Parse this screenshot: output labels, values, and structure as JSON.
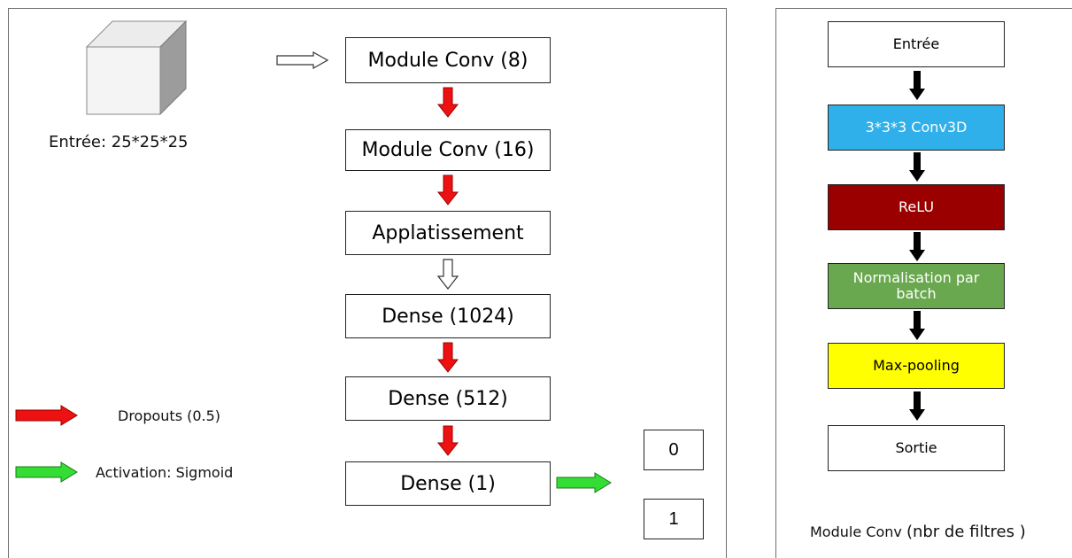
{
  "left_panel": {
    "input_label": "Entrée: 25*25*25",
    "layers": [
      "Module Conv (8)",
      "Module Conv (16)",
      "Applatissement",
      "Dense (1024)",
      "Dense (512)",
      "Dense (1)"
    ],
    "outputs": [
      "0",
      "1"
    ],
    "legend": {
      "dropout_label": "Dropouts (0.5)",
      "activation_label": "Activation: Sigmoid",
      "dropout_color": "#ee1111",
      "activation_color": "#33dd33"
    }
  },
  "right_panel": {
    "title_main": "Module Conv",
    "title_paren": "(nbr de filtres )",
    "steps": [
      {
        "label": "Entrée",
        "color": "#ffffff",
        "text_color": "#000000"
      },
      {
        "label": "3*3*3 Conv3D",
        "color": "#2fb0ea",
        "text_color": "#ffffff"
      },
      {
        "label": "ReLU",
        "color": "#9a0000",
        "text_color": "#ffffff"
      },
      {
        "label": "Normalisation par batch",
        "color": "#6aa84f",
        "text_color": "#ffffff"
      },
      {
        "label": "Max-pooling",
        "color": "#ffff00",
        "text_color": "#000000"
      },
      {
        "label": "Sortie",
        "color": "#ffffff",
        "text_color": "#000000"
      }
    ]
  }
}
